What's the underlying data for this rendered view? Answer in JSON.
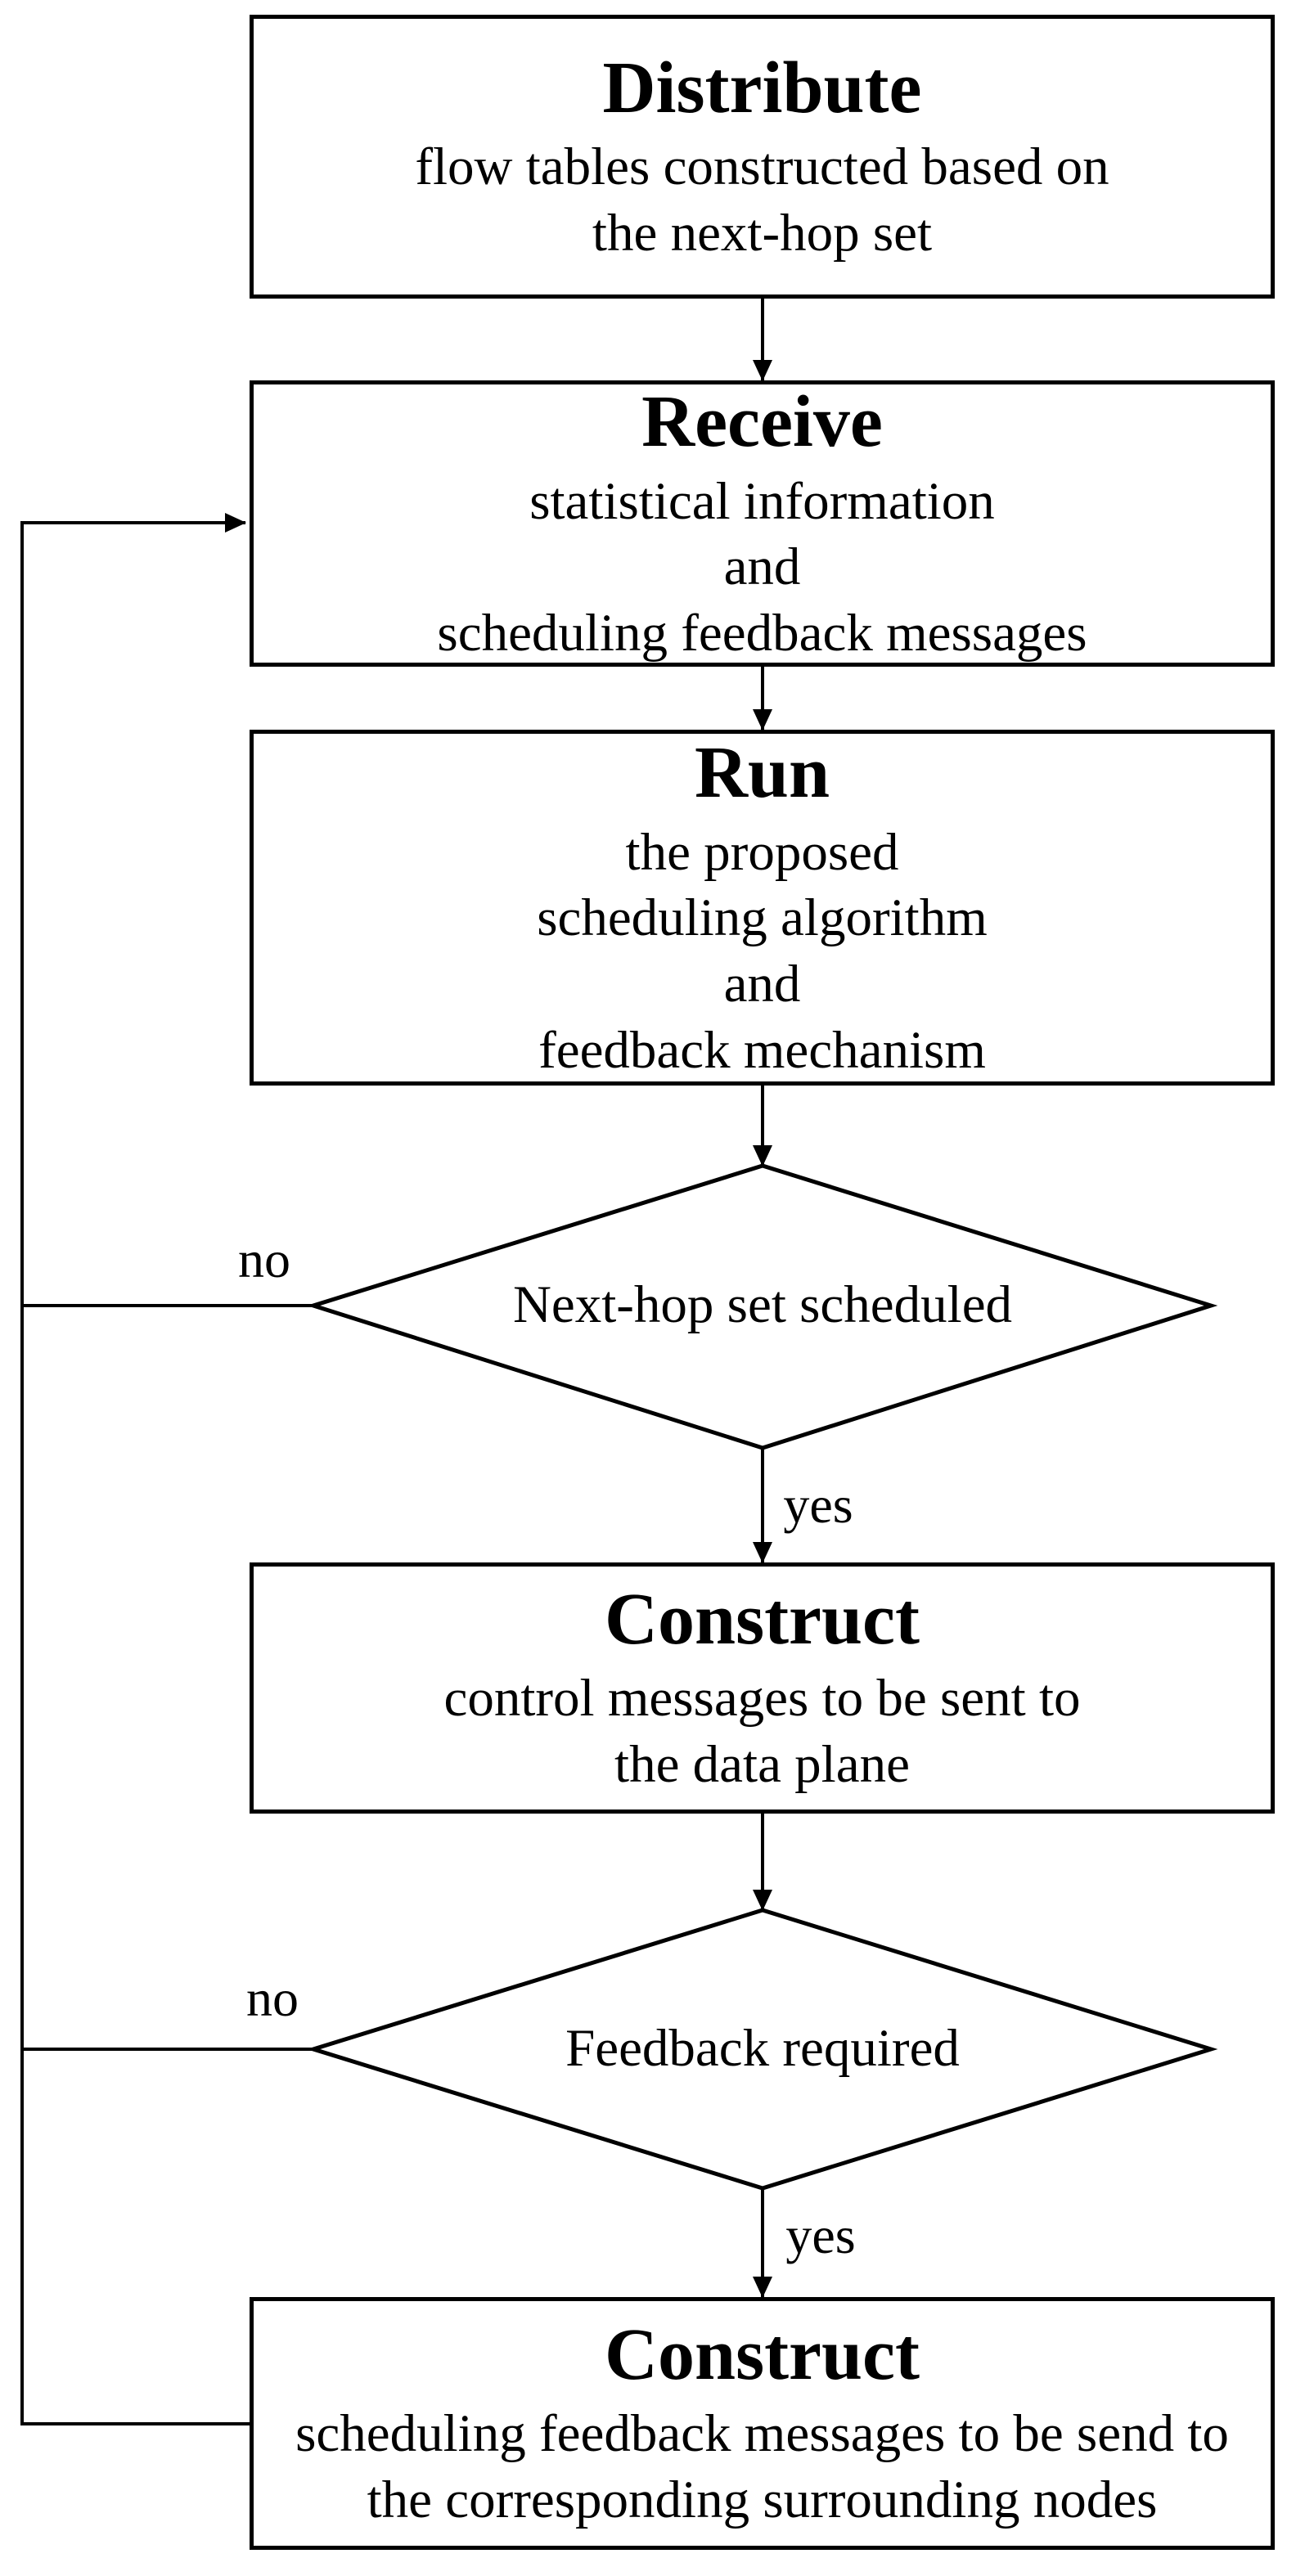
{
  "page": {
    "background": "#ffffff",
    "line_color": "#000000",
    "text_color": "#000000"
  },
  "flowchart": {
    "boxes": {
      "distribute": {
        "title": "Distribute",
        "body": "flow tables constructed based on\nthe next-hop set"
      },
      "receive": {
        "title": "Receive",
        "body": "statistical information\nand\nscheduling feedback messages"
      },
      "run": {
        "title": "Run",
        "body": "the proposed\nscheduling algorithm\nand\nfeedback mechanism"
      },
      "construct_control": {
        "title": "Construct",
        "body": "control messages to be sent to\nthe data plane"
      },
      "construct_feedback": {
        "title": "Construct",
        "body": "scheduling feedback messages to be send to\nthe corresponding surrounding nodes"
      }
    },
    "decisions": {
      "next_hop": {
        "label": "Next-hop set scheduled",
        "no": "no",
        "yes": "yes"
      },
      "feedback": {
        "label": "Feedback required",
        "no": "no",
        "yes": "yes"
      }
    }
  }
}
